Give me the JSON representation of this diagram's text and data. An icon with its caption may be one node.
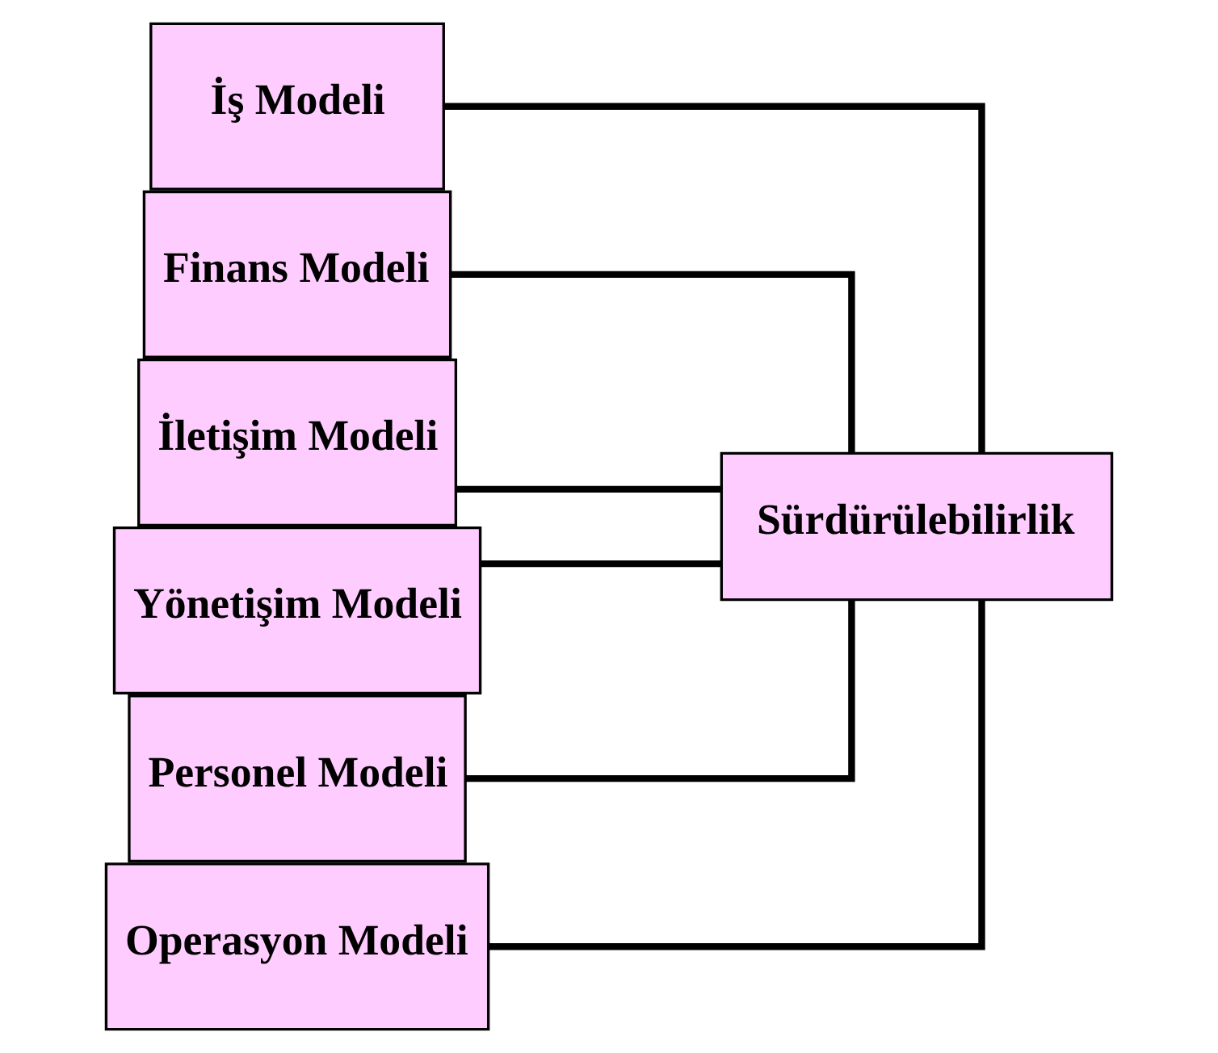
{
  "diagram": {
    "nodes": [
      {
        "text": [
          "İş Modeli"
        ]
      },
      {
        "text": [
          "Finans Modeli"
        ]
      },
      {
        "text": [
          "İletişim Modeli"
        ]
      },
      {
        "text": [
          "Yönetişim Modeli"
        ]
      },
      {
        "text": [
          "Personel Modeli"
        ]
      },
      {
        "text": [
          "Operasyon Modeli"
        ]
      },
      {
        "text": [
          "Sürdürülebilirlik"
        ]
      }
    ],
    "edges": [
      {
        "from": 0,
        "to": 6,
        "arrow": "none"
      },
      {
        "from": 1,
        "to": 6,
        "arrow": "none"
      },
      {
        "from": 2,
        "to": 6,
        "arrow": "none"
      },
      {
        "from": 3,
        "to": 6,
        "arrow": "none"
      },
      {
        "from": 4,
        "to": 6,
        "arrow": "none"
      },
      {
        "from": 5,
        "to": 6,
        "arrow": "none"
      }
    ]
  }
}
